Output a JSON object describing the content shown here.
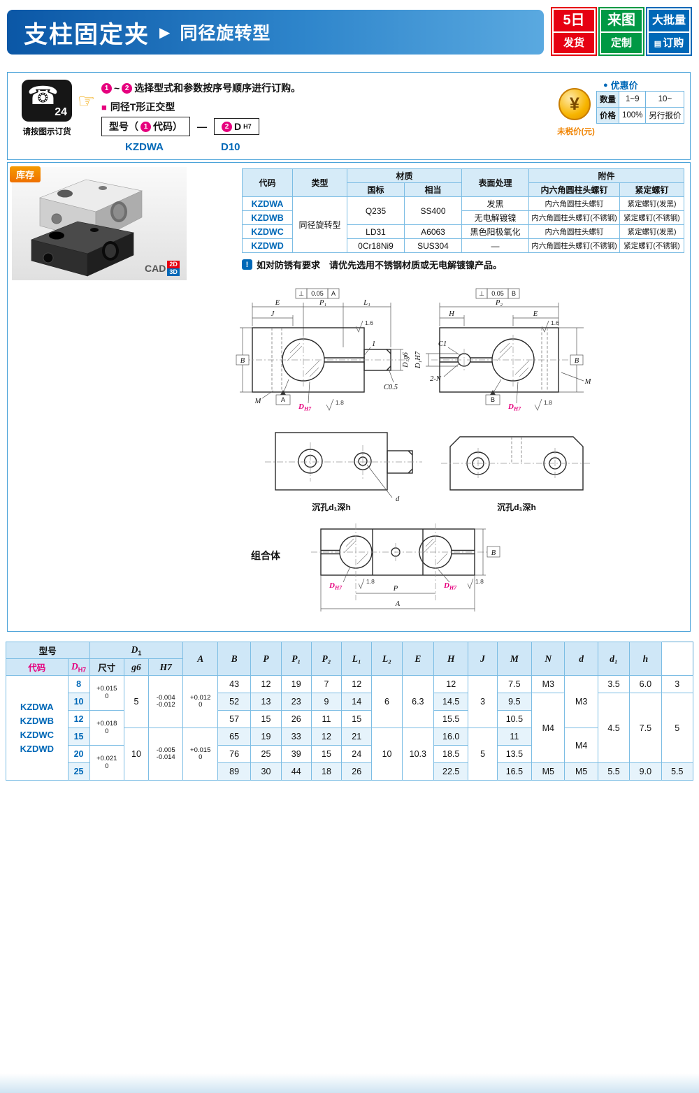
{
  "header": {
    "title_main": "支柱固定夹",
    "arrow": "▶",
    "title_sub": "同径旋转型",
    "badges": {
      "ship_top": "5日",
      "ship_bottom": "发货",
      "custom_top": "来图",
      "custom_bottom": "定制",
      "bulk_top": "大批量",
      "bulk_icon": "▤",
      "bulk_bottom": "订购"
    }
  },
  "order": {
    "phone_glyph": "☎",
    "phone_24": "24",
    "phone_caption": "请按图示订货",
    "finger": "☞",
    "step_c1": "1",
    "step_tilde": "~",
    "step_c2": "2",
    "step_text": "选择型式和参数按序号顺序进行订购。",
    "type_bullet": "■",
    "type_label": "同径T形正交型",
    "box1_pre": "型号（",
    "box1_c": "1",
    "box1_post": "代码）",
    "dash": "—",
    "box2_c": "2",
    "box2_d": "D",
    "box2_sub": "H7",
    "example_code": "KZDWA",
    "example_d": "D10",
    "price_dot": "●",
    "price_title": "优惠价",
    "qty_label": "数量",
    "qty_1": "1~9",
    "qty_2": "10~",
    "price_label": "价格",
    "price_1": "100%",
    "price_2": "另行报价",
    "coin": "¥",
    "tax_note": "未税价(元)"
  },
  "stock": {
    "label": "库存",
    "cad": "CAD",
    "cad_2d": "2D",
    "cad_3d": "3D"
  },
  "materials": {
    "h_code": "代码",
    "h_type": "类型",
    "h_material": "材质",
    "h_gb": "国标",
    "h_equiv": "相当",
    "h_surface": "表面处理",
    "h_attach": "附件",
    "h_screw": "内六角圆柱头螺钉",
    "h_setscrew": "紧定螺钉",
    "type_value": "同径旋转型",
    "rows": [
      {
        "code": "KZDWA",
        "gb": "Q235",
        "equiv": "SS400",
        "surface": "发黑",
        "screw": "内六角圆柱头螺钉",
        "setscrew": "紧定螺钉(发黑)"
      },
      {
        "code": "KZDWB",
        "surface": "无电解镀镍",
        "screw": "内六角圆柱头螺钉(不锈钢)",
        "setscrew": "紧定螺钉(不锈钢)"
      },
      {
        "code": "KZDWC",
        "gb": "LD31",
        "equiv": "A6063",
        "surface": "黑色阳极氧化",
        "screw": "内六角圆柱头螺钉",
        "setscrew": "紧定螺钉(发黑)"
      },
      {
        "code": "KZDWD",
        "gb": "0Cr18Ni9",
        "equiv": "SUS304",
        "surface": "—",
        "screw": "内六角圆柱头螺钉(不锈钢)",
        "setscrew": "紧定螺钉(不锈钢)"
      }
    ],
    "note_icon": "!",
    "note": "如对防锈有要求　请优先选用不锈钢材质或无电解镀镍产品。"
  },
  "drawings": {
    "rough_top": "1.6",
    "rough_bottom": "1.8",
    "v1": {
      "gdt_sym": "⊥",
      "gdt_tol": "0.05",
      "gdt_datum": "A",
      "E": "E",
      "J": "J",
      "P1": "P₁",
      "L1": "L₁",
      "B": "B",
      "slit": "1",
      "D1g6": "D₁g6",
      "C": "C0.5",
      "M": "M",
      "D": "D",
      "H7": "H7",
      "datum": "A"
    },
    "v2": {
      "gdt_sym": "⊥",
      "gdt_tol": "0.05",
      "gdt_datum": "B",
      "P2": "P₂",
      "H": "H",
      "E": "E",
      "C1": "C1",
      "D1H7": "D₁H7",
      "N": "2-N",
      "M": "M",
      "B": "B",
      "D": "D",
      "H7": "H7",
      "datum": "B"
    },
    "v3": {
      "d": "d",
      "caption": "沉孔d₁深h"
    },
    "v4": {
      "caption": "沉孔d₁深h"
    },
    "v5": {
      "caption": "组合体",
      "P": "P",
      "A": "A",
      "B": "B",
      "D": "D",
      "H7": "H7"
    }
  },
  "dim_table": {
    "h": {
      "model": "型号",
      "code": "代码",
      "D": "D",
      "Dsub": "H7",
      "D1": "D",
      "D1sub": "1",
      "size": "尺寸",
      "g6": "g6",
      "h7": "H7",
      "A": "A",
      "B": "B",
      "P": "P",
      "P1": "P₁",
      "P2": "P₂",
      "L1": "L₁",
      "L2": "L₂",
      "E": "E",
      "H": "H",
      "J": "J",
      "M": "M",
      "N": "N",
      "d": "d",
      "d1": "d₁",
      "hh": "h"
    },
    "codes": [
      "KZDWA",
      "KZDWB",
      "KZDWC",
      "KZDWD"
    ],
    "D": [
      "8",
      "10",
      "12",
      "15",
      "20",
      "25"
    ],
    "Dtol": [
      {
        "t": "+0.015",
        "b": "0"
      },
      {
        "t": "+0.018",
        "b": "0"
      },
      {
        "t": "+0.021",
        "b": "0"
      }
    ],
    "D1": [
      {
        "size": "5",
        "g6t": "-0.004",
        "g6b": "-0.012",
        "h7t": "+0.012",
        "h7b": "0"
      },
      {
        "size": "10",
        "g6t": "-0.005",
        "g6b": "-0.014",
        "h7t": "+0.015",
        "h7b": "0"
      }
    ],
    "A": [
      "43",
      "52",
      "57",
      "65",
      "76",
      "89"
    ],
    "B": [
      "12",
      "13",
      "15",
      "19",
      "25",
      "30"
    ],
    "P": [
      "19",
      "23",
      "26",
      "33",
      "39",
      "44"
    ],
    "P1": [
      "7",
      "9",
      "11",
      "12",
      "15",
      "18"
    ],
    "P2": [
      "12",
      "14",
      "15",
      "21",
      "24",
      "26"
    ],
    "L1": [
      "6",
      "10"
    ],
    "L2": [
      "6.3",
      "10.3"
    ],
    "E": [
      "12",
      "14.5",
      "15.5",
      "16.0",
      "18.5",
      "22.5"
    ],
    "H": [
      "3",
      "5"
    ],
    "J": [
      "7.5",
      "9.5",
      "10.5",
      "11",
      "13.5",
      "16.5"
    ],
    "M": [
      "M3",
      "M4",
      "M5"
    ],
    "N": [
      "M3",
      "M4",
      "M5"
    ],
    "d": [
      "3.5",
      "4.5",
      "5.5"
    ],
    "d1": [
      "6.0",
      "7.5",
      "9.0"
    ],
    "hsm": [
      "3",
      "5",
      "5.5"
    ]
  }
}
